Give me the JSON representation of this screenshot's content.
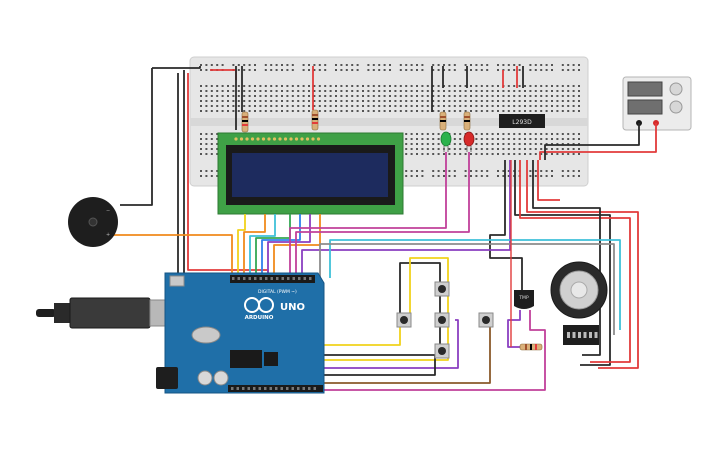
{
  "arduino": {
    "brand_text": "ARDUINO",
    "model_text": "UNO",
    "digital_label": "DIGITAL (PWM ~)"
  },
  "driver": {
    "chip_label": "L293D"
  },
  "sensor": {
    "label": "TMP"
  },
  "colors": {
    "board": "#1f6fa8",
    "breadboard": "#e6e6e6",
    "lcd_frame": "#3fa046",
    "lcd_screen": "#1d2b5e",
    "wire_red": "#e23b3b",
    "wire_black": "#2a2a2a",
    "wire_orange": "#f08a1c",
    "wire_yellow": "#f0d21c",
    "wire_green": "#34a853",
    "wire_blue": "#2f80ed",
    "wire_cyan": "#3fc1d9",
    "wire_purple": "#8a3fc1",
    "wire_magenta": "#c1409a",
    "wire_brown": "#8a5a2b",
    "wire_grey": "#8c8c8c"
  }
}
